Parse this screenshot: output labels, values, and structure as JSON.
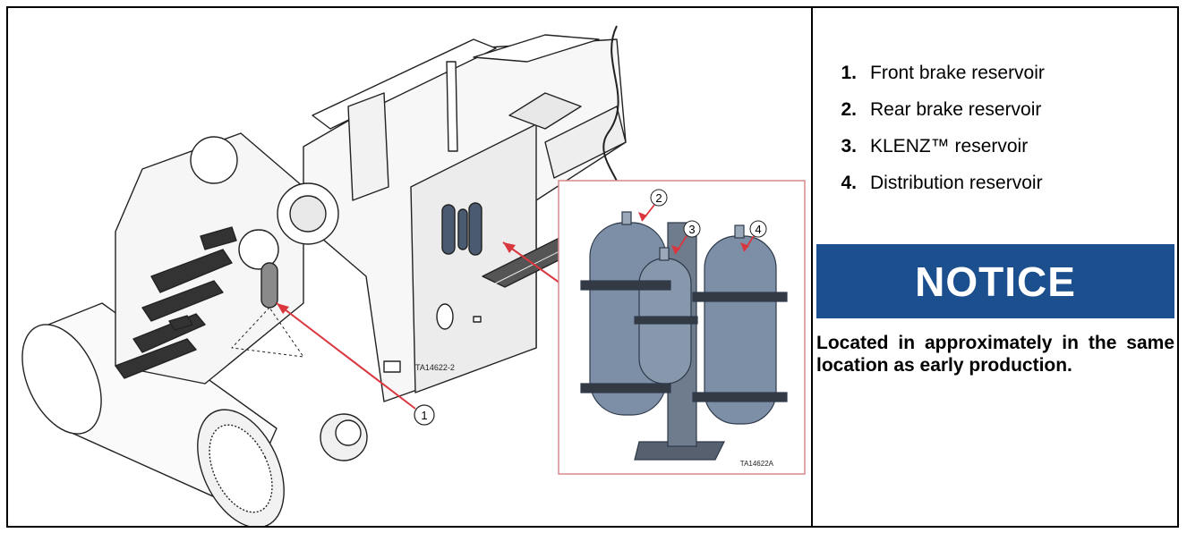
{
  "figure": {
    "main_ref": "TA14622-2",
    "inset_ref": "TA14622A",
    "callouts": [
      "1",
      "2",
      "3",
      "4"
    ]
  },
  "legend": {
    "items": [
      {
        "number": "1.",
        "label": "Front brake reservoir"
      },
      {
        "number": "2.",
        "label": "Rear brake reservoir"
      },
      {
        "number": "3.",
        "label": "KLENZ™ reservoir"
      },
      {
        "number": "4.",
        "label": "Distribution reservoir"
      }
    ]
  },
  "notice": {
    "title": "NOTICE",
    "text": "Located in approximately in the same location as early production."
  },
  "colors": {
    "notice_bg": "#1b4f8e",
    "callout_arrow": "#d9363e",
    "inset_border": "#d88a8a",
    "tank": "#7d8fa6"
  }
}
